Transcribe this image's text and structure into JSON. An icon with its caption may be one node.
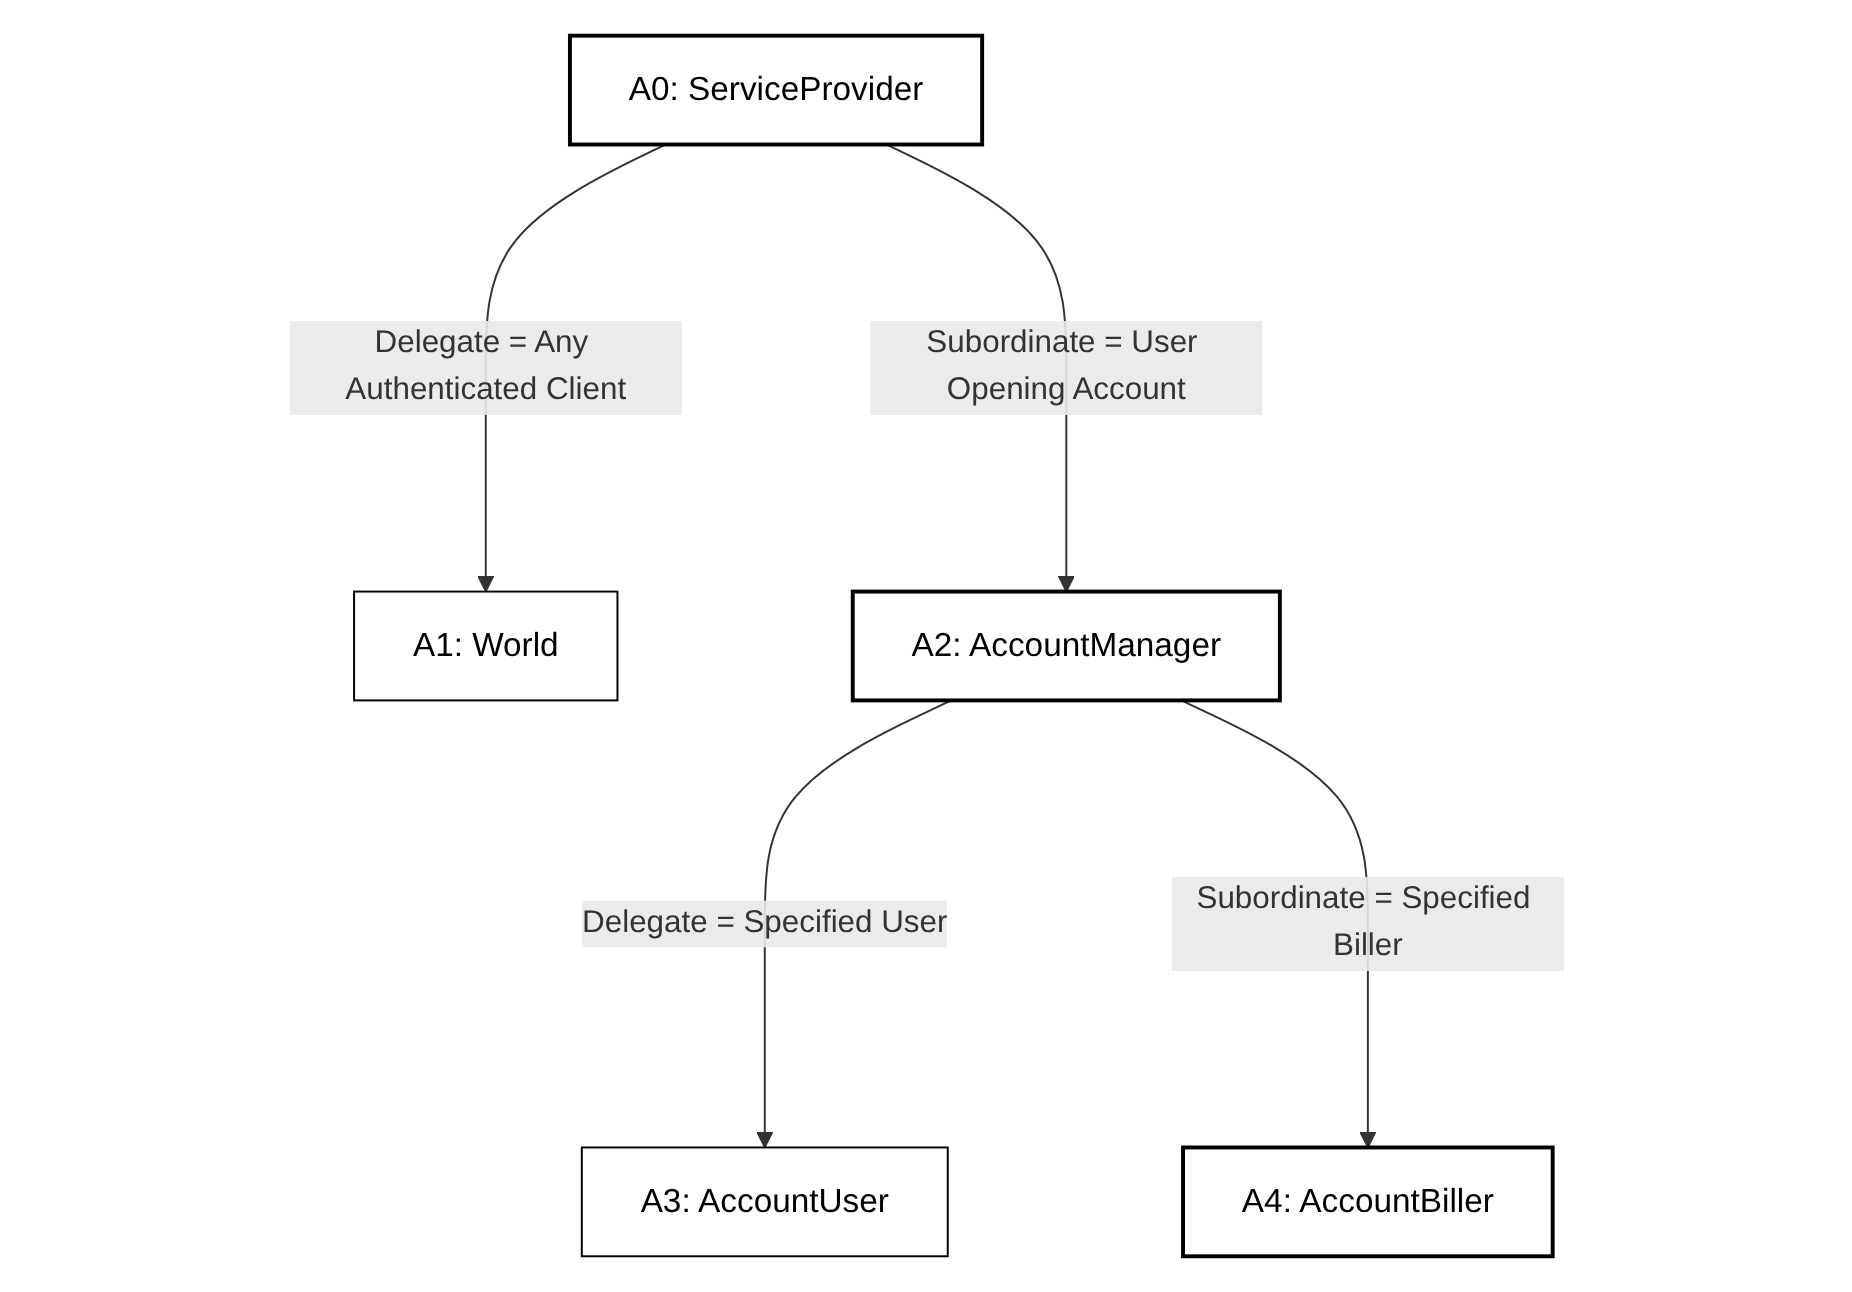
{
  "diagram": {
    "nodes": [
      {
        "text": [
          "A0: ServiceProvider"
        ]
      },
      {
        "text": [
          "A1: World"
        ]
      },
      {
        "text": [
          "A2: AccountManager"
        ]
      },
      {
        "text": [
          "A3: AccountUser"
        ]
      },
      {
        "text": [
          "A4: AccountBiller"
        ]
      }
    ],
    "edges": [
      {
        "from": 0,
        "to": 1,
        "arrow": "to",
        "label": "Delegate = Any Authenticated Client"
      },
      {
        "from": 0,
        "to": 2,
        "arrow": "to",
        "label": "Subordinate = User Opening Account"
      },
      {
        "from": 2,
        "to": 3,
        "arrow": "to",
        "label": "Delegate = Specified User"
      },
      {
        "from": 2,
        "to": 4,
        "arrow": "to",
        "label": "Subordinate = Specified Biller"
      }
    ]
  }
}
